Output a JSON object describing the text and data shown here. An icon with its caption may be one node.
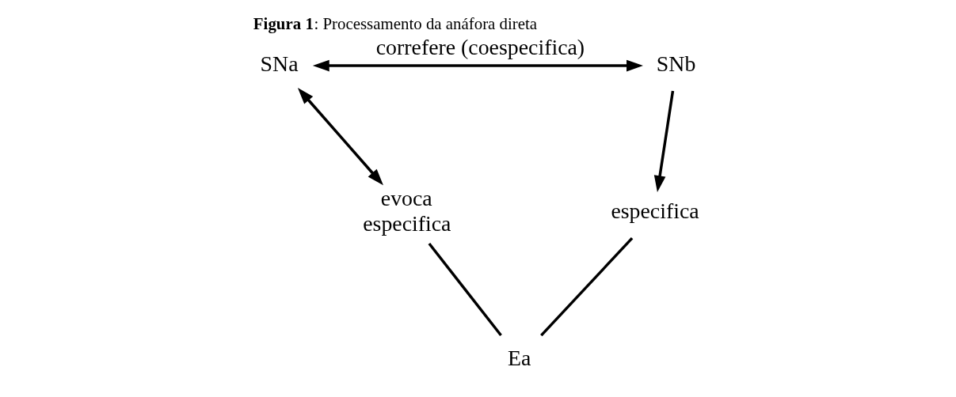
{
  "diagram": {
    "title": "**Figura 1**: Processamento da anáfora direta",
    "nodes": [
      {
        "text": [
          "SNa"
        ]
      },
      {
        "text": [
          "SNb"
        ]
      },
      {
        "text": [
          "evoca",
          "especifica"
        ]
      },
      {
        "text": [
          "especifica"
        ]
      },
      {
        "text": [
          "Ea"
        ]
      }
    ],
    "edges": [
      {
        "from": 0,
        "to": 1,
        "arrow": "both",
        "label": "correfere (coespecifica)"
      },
      {
        "from": 0,
        "to": 2,
        "arrow": "both"
      },
      {
        "from": 1,
        "to": 3,
        "arrow": "to"
      },
      {
        "from": 2,
        "to": 4,
        "arrow": "none"
      },
      {
        "from": 3,
        "to": 4,
        "arrow": "none"
      }
    ]
  }
}
